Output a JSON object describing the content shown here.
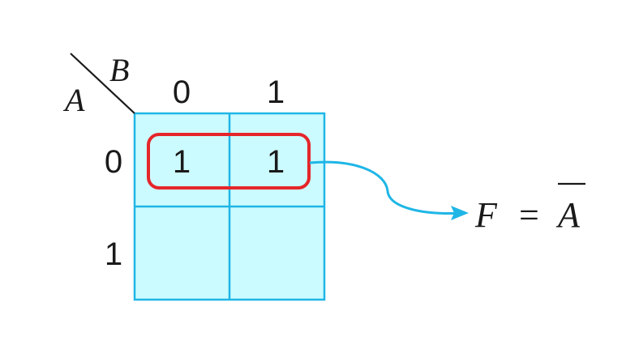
{
  "kmap": {
    "row_variable": "A",
    "col_variable": "B",
    "col_headers": [
      "0",
      "1"
    ],
    "row_headers": [
      "0",
      "1"
    ],
    "cells": [
      [
        "1",
        "1"
      ],
      [
        "",
        ""
      ]
    ],
    "grouping": {
      "row": 0,
      "cols": [
        0,
        1
      ]
    }
  },
  "result": {
    "lhs": "F",
    "equals": "=",
    "rhs": "A",
    "rhs_negated": true
  },
  "colors": {
    "grid_fill": "#ccfbff",
    "grid_line": "#1fb6e6",
    "group_outline": "#e5262a",
    "arrow": "#1fb6e6",
    "text": "#1a1a1a"
  }
}
